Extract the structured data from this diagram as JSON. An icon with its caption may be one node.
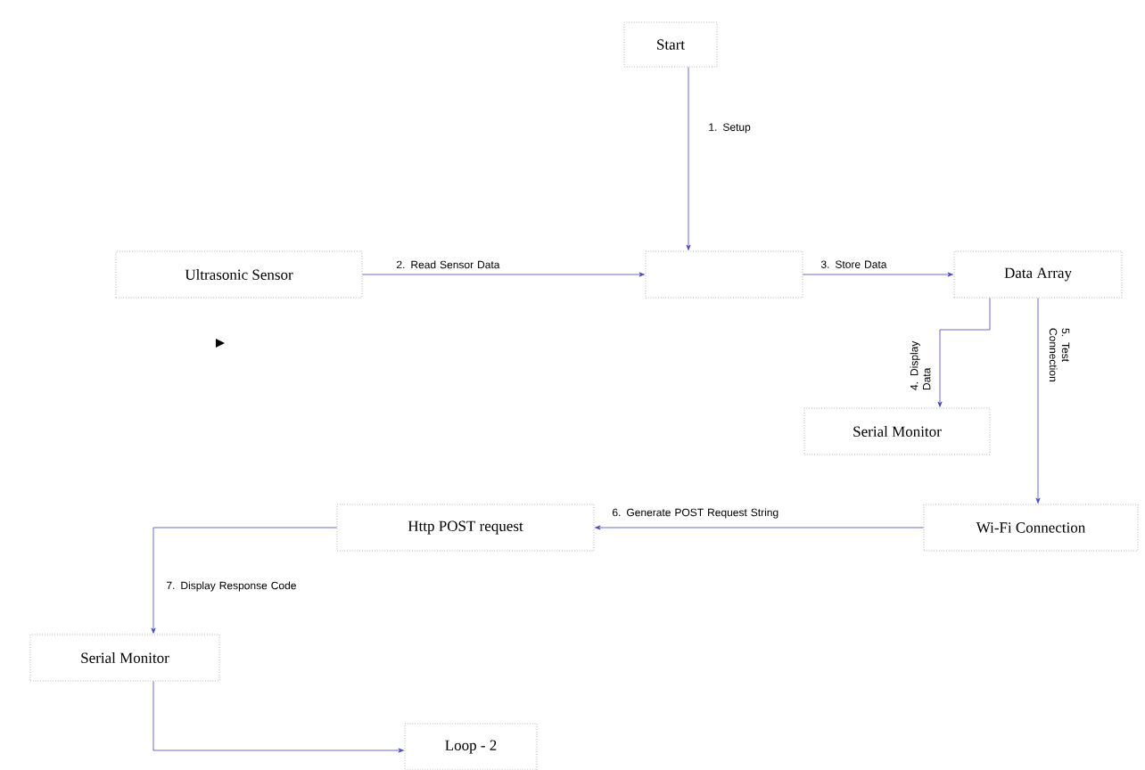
{
  "diagram": {
    "nodes": [
      {
        "text": [
          "Start"
        ]
      },
      {
        "text": [
          "Ultrasonic Sensor"
        ]
      },
      {
        "text": [],
        "shape": "box"
      },
      {
        "text": [
          "Data Array"
        ]
      },
      {
        "text": [
          "Serial Monitor"
        ]
      },
      {
        "text": [
          "Wi-Fi Connection"
        ]
      },
      {
        "text": [
          "Http POST request"
        ]
      },
      {
        "text": [
          "Serial Monitor"
        ]
      },
      {
        "text": [
          "Loop - 2"
        ]
      }
    ],
    "edges": [
      {
        "from": 0,
        "to": 2,
        "arrow": "to",
        "label": "1. Setup"
      },
      {
        "from": 1,
        "to": 2,
        "arrow": "to",
        "label": "2. Read Sensor Data"
      },
      {
        "from": 2,
        "to": 3,
        "arrow": "to",
        "label": "3. Store Data"
      },
      {
        "from": 3,
        "to": 4,
        "arrow": "to",
        "label": "4. Display Data"
      },
      {
        "from": 3,
        "to": 5,
        "arrow": "to",
        "label": "5. Test Connection"
      },
      {
        "from": 5,
        "to": 6,
        "arrow": "to",
        "label": "6. Generate POST Request String"
      },
      {
        "from": 6,
        "to": 7,
        "arrow": "to",
        "label": "7. Display Response Code"
      },
      {
        "from": 7,
        "to": 8,
        "arrow": "to"
      }
    ]
  }
}
